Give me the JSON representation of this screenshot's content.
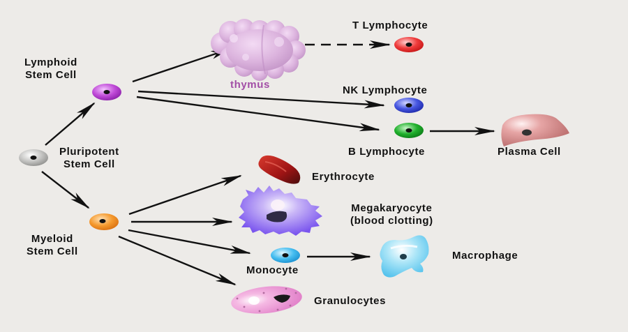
{
  "diagram": {
    "title": "Hematopoiesis: blood cell lineage from pluripotent stem cell",
    "nodes": {
      "pluripotent": {
        "label_line1": "Pluripotent",
        "label_line2": "Stem Cell",
        "color": "#b5b5b3"
      },
      "lymphoid": {
        "label_line1": "Lymphoid",
        "label_line2": "Stem Cell",
        "color": "#c04bd8"
      },
      "myeloid": {
        "label_line1": "Myeloid",
        "label_line2": "Stem Cell",
        "color": "#f59a2e"
      },
      "thymus": {
        "label": "thymus",
        "color": "#d9b3dc"
      },
      "t_lymphocyte": {
        "label": "T Lymphocyte",
        "color": "#e83232"
      },
      "nk_lymphocyte": {
        "label": "NK Lymphocyte",
        "color": "#3f4fd8"
      },
      "b_lymphocyte": {
        "label": "B Lymphocyte",
        "color": "#1faa2a"
      },
      "plasma_cell": {
        "label": "Plasma Cell",
        "color": "#d68a8a"
      },
      "erythrocyte": {
        "label": "Erythrocyte",
        "color": "#a3191a"
      },
      "megakaryocyte": {
        "label_line1": "Megakaryocyte",
        "label_line2": "(blood clotting)",
        "color": "#8a6cf0"
      },
      "monocyte": {
        "label": "Monocyte",
        "color": "#3fb6ee"
      },
      "macrophage": {
        "label": "Macrophage",
        "color": "#8fd8f2"
      },
      "granulocytes": {
        "label": "Granulocytes",
        "color": "#f19fd8"
      }
    },
    "edges": [
      {
        "from": "pluripotent",
        "to": "lymphoid",
        "style": "solid"
      },
      {
        "from": "pluripotent",
        "to": "myeloid",
        "style": "solid"
      },
      {
        "from": "lymphoid",
        "to": "thymus",
        "style": "solid"
      },
      {
        "from": "thymus",
        "to": "t_lymphocyte",
        "style": "dashed"
      },
      {
        "from": "lymphoid",
        "to": "nk_lymphocyte",
        "style": "solid"
      },
      {
        "from": "lymphoid",
        "to": "b_lymphocyte",
        "style": "solid"
      },
      {
        "from": "b_lymphocyte",
        "to": "plasma_cell",
        "style": "solid"
      },
      {
        "from": "myeloid",
        "to": "erythrocyte",
        "style": "solid"
      },
      {
        "from": "myeloid",
        "to": "megakaryocyte",
        "style": "solid"
      },
      {
        "from": "myeloid",
        "to": "monocyte",
        "style": "solid"
      },
      {
        "from": "myeloid",
        "to": "granulocytes",
        "style": "solid"
      },
      {
        "from": "monocyte",
        "to": "macrophage",
        "style": "solid"
      }
    ]
  }
}
